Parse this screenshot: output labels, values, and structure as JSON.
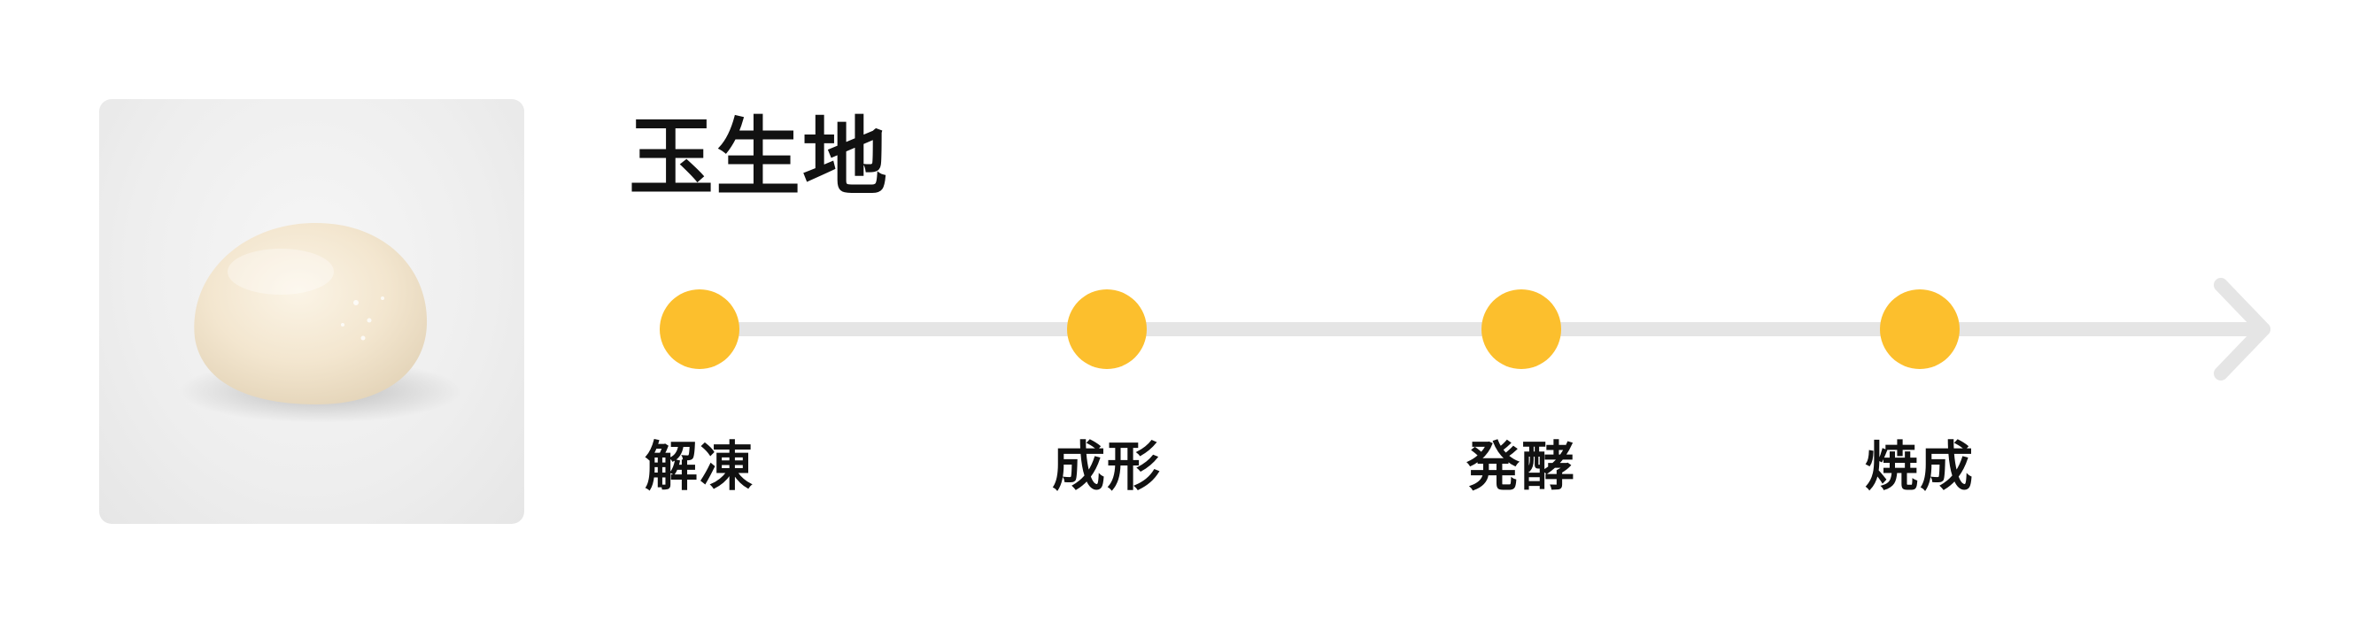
{
  "title": "玉生地",
  "image": {
    "icon": "dough-ball-icon"
  },
  "process": {
    "steps": [
      {
        "label": "解凍"
      },
      {
        "label": "成形"
      },
      {
        "label": "発酵"
      },
      {
        "label": "焼成"
      }
    ]
  },
  "colors": {
    "step_dot": "#FCBF2D",
    "timeline": "#E5E5E5",
    "text": "#111111"
  }
}
